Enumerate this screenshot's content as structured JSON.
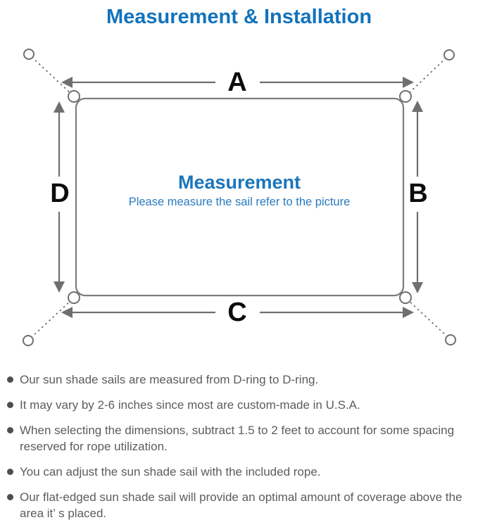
{
  "title": "Measurement & Installation",
  "diagram": {
    "labels": {
      "top": "A",
      "right": "B",
      "bottom": "C",
      "left": "D"
    },
    "center_title": "Measurement",
    "center_subtitle": "Please measure the sail refer to the picture",
    "icons": {
      "anchor_point": "open-circle-ring",
      "corner_fixing": "d-ring-grommet",
      "tether": "dashed-line",
      "dimension": "double-headed-arrow"
    },
    "colors": {
      "title_blue": "#1273BB",
      "diagram_blue": "#1B76BB",
      "subtitle_blue": "#2B7ABF",
      "line_gray": "#6F6F6F",
      "rect_gray": "#7E7E7E",
      "label_black": "#0C0C0C",
      "note_gray": "#5C5C5C"
    }
  },
  "notes": [
    "Our sun shade sails are measured from D-ring to D-ring.",
    "It may vary by 2-6 inches since most are custom-made in U.S.A.",
    "When selecting the dimensions, subtract 1.5 to 2 feet to account for some spacing reserved for rope utilization.",
    "You can adjust the sun shade sail with the included rope.",
    "Our flat-edged sun shade sail will provide an optimal amount of coverage above the area it’ s placed."
  ]
}
